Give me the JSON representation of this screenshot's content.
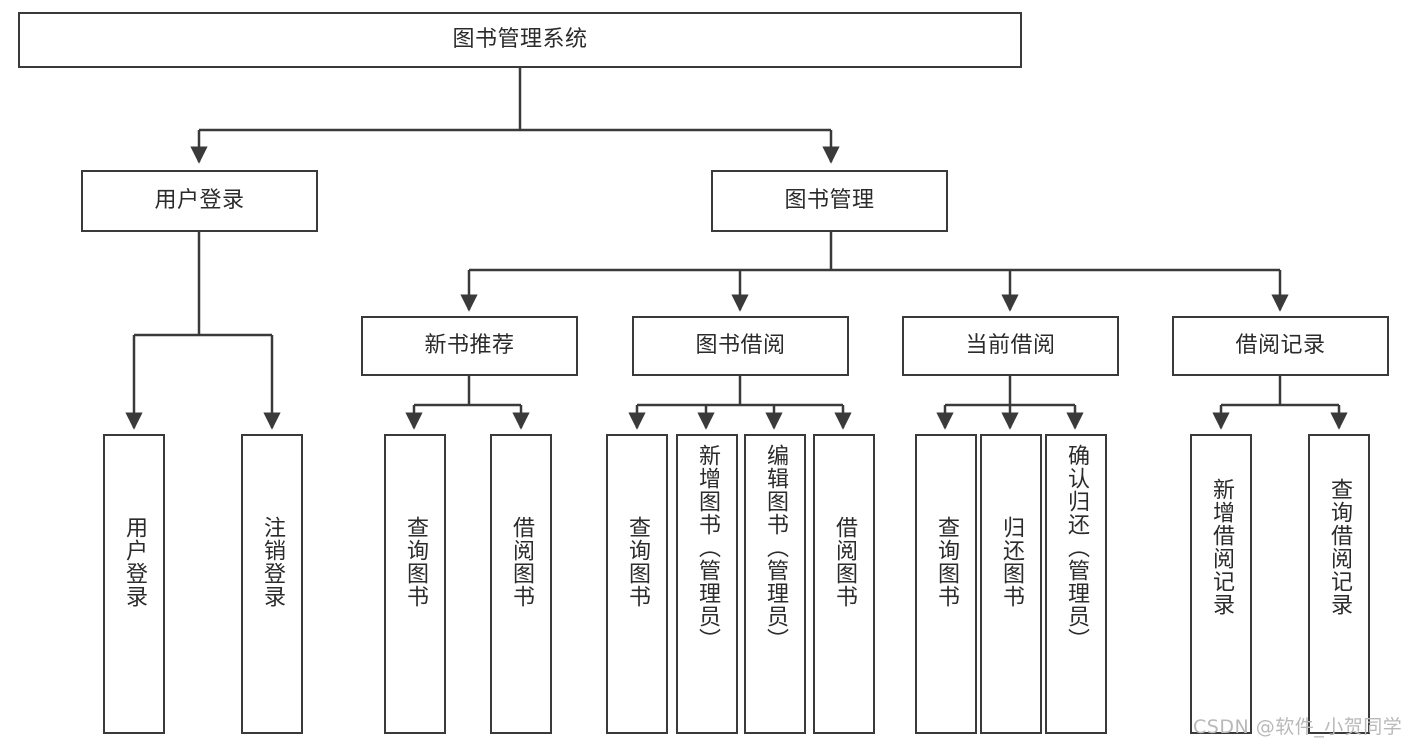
{
  "diagram": {
    "title": "图书管理系统",
    "type": "hierarchy-tree",
    "orientation": "top-down",
    "colors": {
      "box_border": "#3a3a3a",
      "box_fill": "#ffffff",
      "edge": "#3a3a3a",
      "text": "#2b2b2b",
      "watermark": "#b9b9b9"
    }
  },
  "root": {
    "label": "图书管理系统"
  },
  "tier2": [
    {
      "label": "用户登录"
    },
    {
      "label": "图书管理"
    }
  ],
  "tier3": [
    {
      "label": "新书推荐"
    },
    {
      "label": "图书借阅"
    },
    {
      "label": "当前借阅"
    },
    {
      "label": "借阅记录"
    }
  ],
  "leaves": {
    "user_login": [
      {
        "label": "用户登录"
      },
      {
        "label": "注销登录"
      }
    ],
    "new_book_recommend": [
      {
        "label": "查询图书"
      },
      {
        "label": "借阅图书"
      }
    ],
    "book_borrow": [
      {
        "label": "查询图书"
      },
      {
        "label": "新增图书（管理员）"
      },
      {
        "label": "编辑图书（管理员）"
      },
      {
        "label": "借阅图书"
      }
    ],
    "current_borrow": [
      {
        "label": "查询图书"
      },
      {
        "label": "归还图书"
      },
      {
        "label": "确认归还（管理员）"
      }
    ],
    "borrow_record": [
      {
        "label": "新增借阅记录"
      },
      {
        "label": "查询借阅记录"
      }
    ]
  },
  "watermark": {
    "text": "CSDN @软件_小贺同学"
  }
}
